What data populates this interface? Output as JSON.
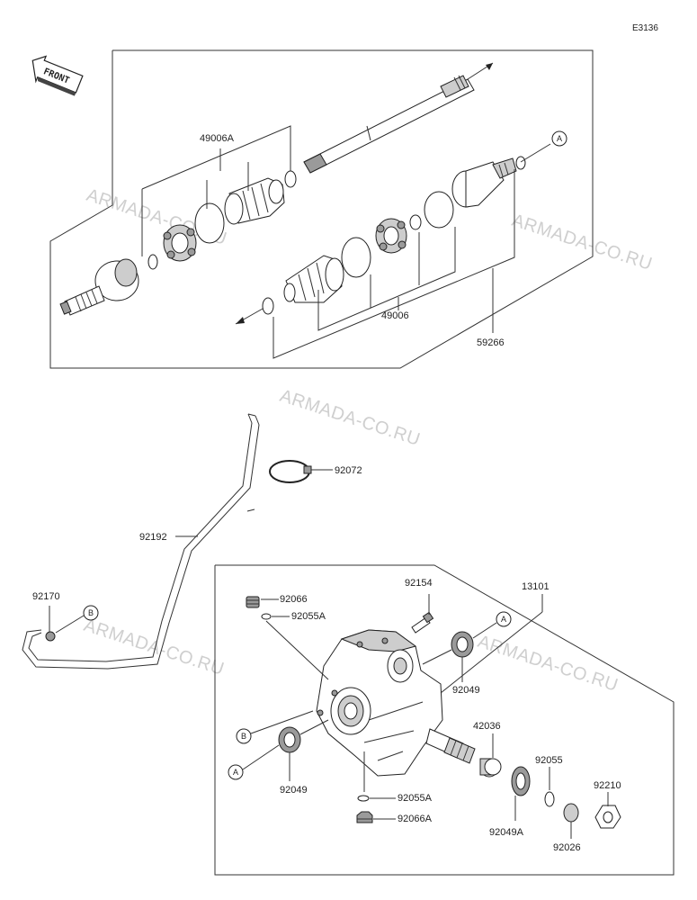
{
  "diagram_code": "E3136",
  "front_label": "FRONT",
  "watermark": "ARMADA-CO.RU",
  "callouts": {
    "a": "A",
    "b": "B"
  },
  "parts": {
    "p49006A": "49006A",
    "p49006": "49006",
    "p59266": "59266",
    "p92072": "92072",
    "p92192": "92192",
    "p92170": "92170",
    "p92066": "92066",
    "p92055A": "92055A",
    "p92154": "92154",
    "p13101": "13101",
    "p92049": "92049",
    "p42036": "42036",
    "p92055": "92055",
    "p92210": "92210",
    "p92049A": "92049A",
    "p92026": "92026",
    "p92066A": "92066A"
  }
}
